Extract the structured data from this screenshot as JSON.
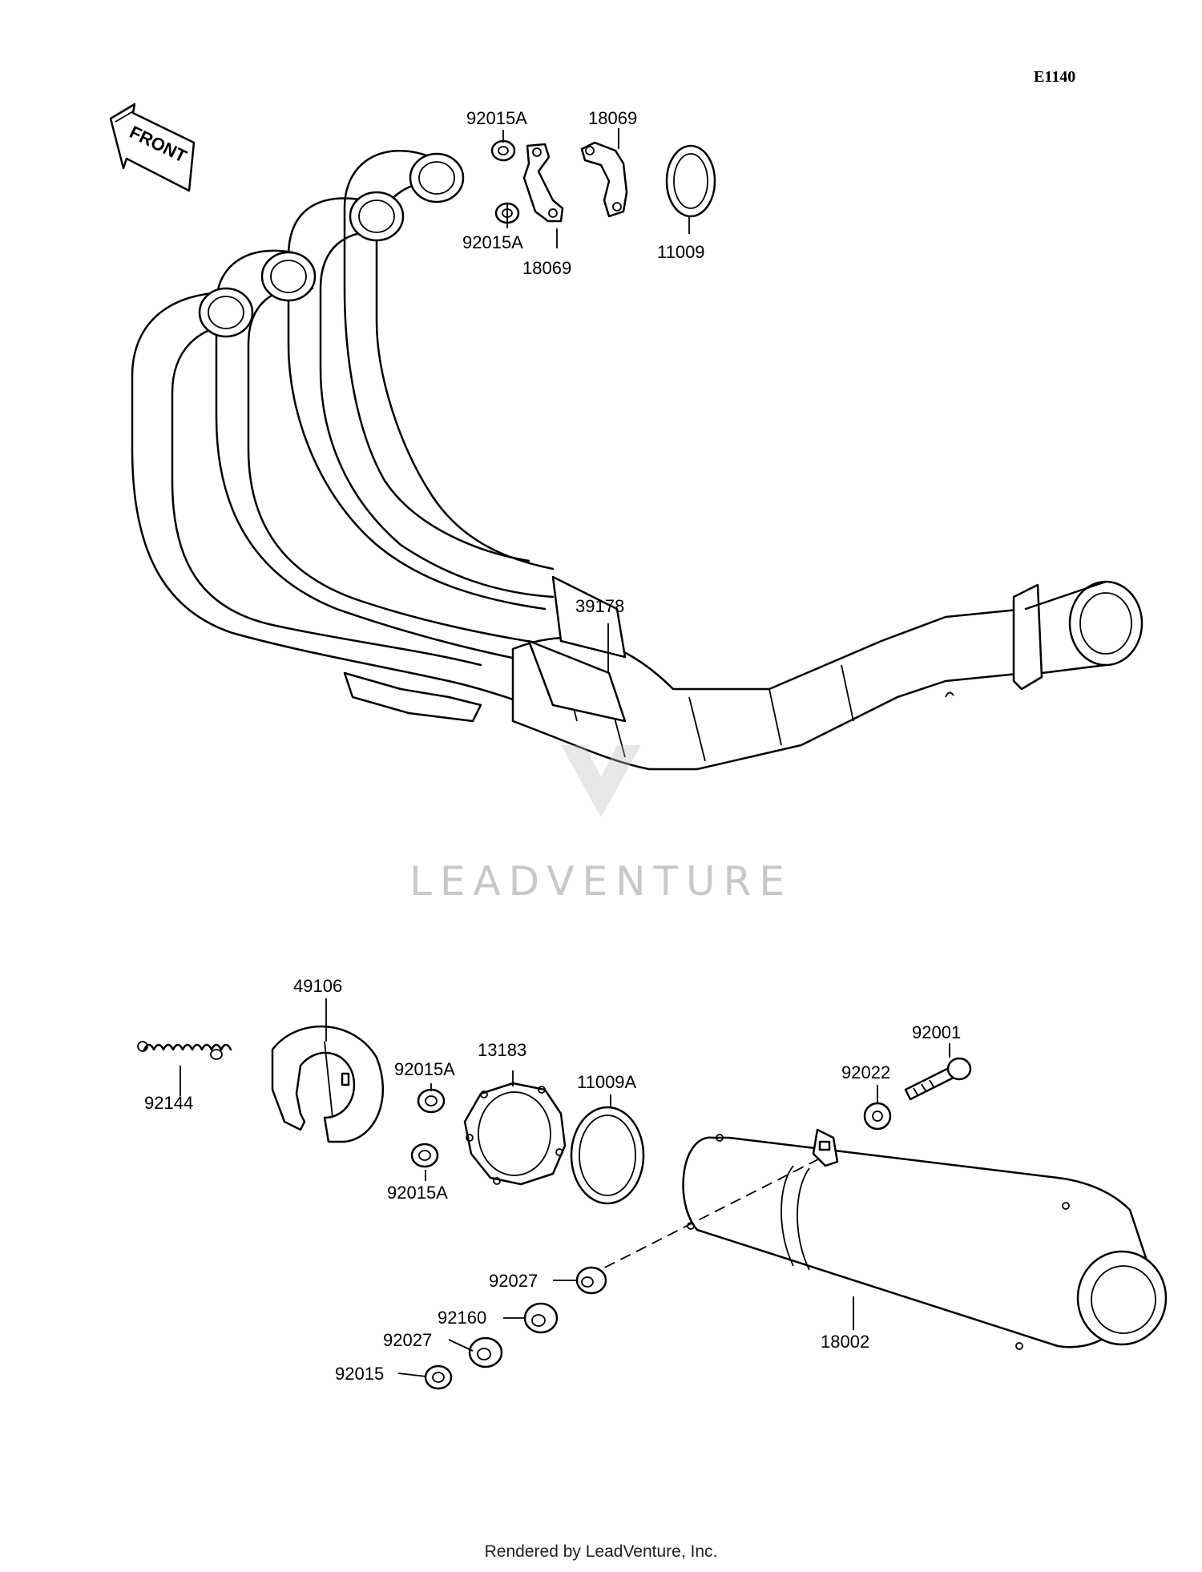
{
  "diagram_code": "E1140",
  "front_label": "FRONT",
  "watermark": "LEADVENTURE",
  "footer": "Rendered by LeadVenture, Inc.",
  "callouts": {
    "c92015a_top": "92015A",
    "c18069_top": "18069",
    "c92015a_mid": "92015A",
    "c18069_bottom": "18069",
    "c11009": "11009",
    "c39178": "39178",
    "c49106": "49106",
    "c92144": "92144",
    "c92015a_left_top": "92015A",
    "c13183": "13183",
    "c92015a_left_bottom": "92015A",
    "c11009a": "11009A",
    "c92001": "92001",
    "c92022": "92022",
    "c92027_right": "92027",
    "c92160": "92160",
    "c92027_left": "92027",
    "c92015": "92015",
    "c18002": "18002"
  }
}
